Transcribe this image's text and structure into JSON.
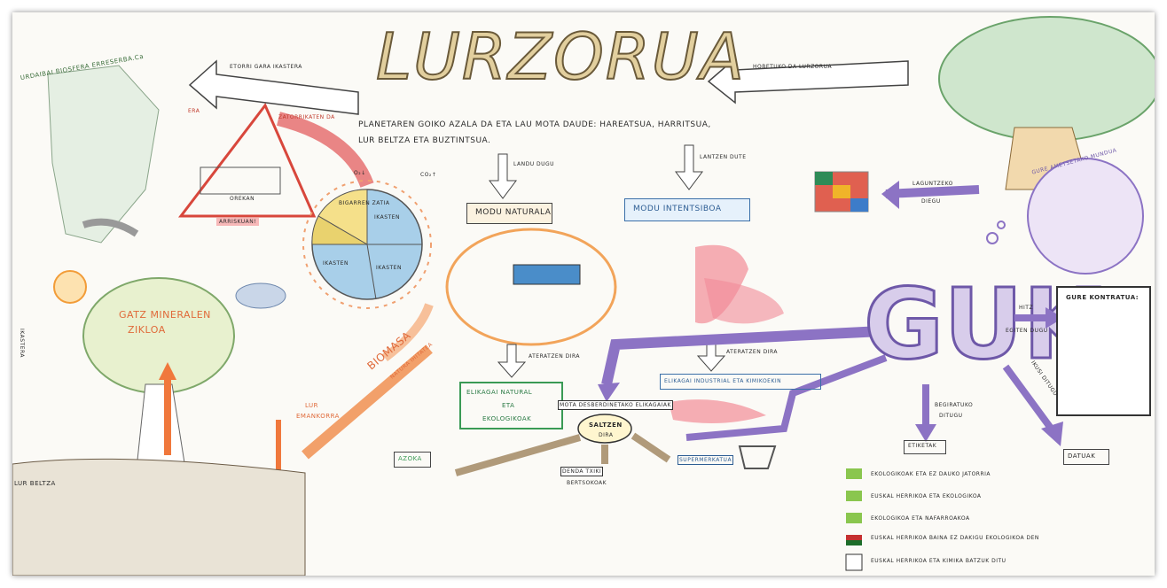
{
  "title": "LURZORUA",
  "subtitle_lines": [
    "PLANETAREN GOIKO AZALA DA ETA LAU MOTA DAUDE: HAREATSUA, HARRITSUA,",
    "LUR BELTZA ETA BUZTINTSUA."
  ],
  "top_left": {
    "biosphere": "URDAIBAI BIOSFERA ERRESERBA.Ca",
    "arrow_label": "ETORRI GARA IKASTERA",
    "triangle_left": "ERA",
    "triangle_right": "ZATORRIKATEN DA",
    "balance_label": "OREKAN",
    "balance_note": "ARRISKUAN!"
  },
  "pie": {
    "slices": [
      "IKASTEN",
      "IKASTEN",
      "IKASTEN",
      "BIGARREN ZATIA"
    ],
    "co2_left": "O₂↓",
    "co2_right": "CO₂↑"
  },
  "tree": {
    "title_line1": "GATZ MINERALEN",
    "title_line2": "ZIKLOA",
    "lur_label_1": "LUR",
    "lur_label_2": "EMANKORRA",
    "biomasa_1": "BIOMASA",
    "biomasa_2": "NATURA IHITATEA"
  },
  "natural": {
    "label_1": "LANDU DUGU",
    "box": "MODU NATURALA",
    "arrow": "ATERATZEN DIRA",
    "product_line1": "ELIKAGAI NATURAL",
    "product_line2": "ETA",
    "product_line3": "EKOLOGIKOAK"
  },
  "intensive": {
    "label_1": "LANTZEN DUTE",
    "box": "MODU INTENTSIBOA",
    "arrow": "ATERATZEN DIRA",
    "product": "ELIKAGAI INDUSTRIAL ETA KIMIKOEKIN"
  },
  "top_right": {
    "arrow_label": "HOBETUKO DA LURZORUA",
    "circle": "GURE AMETSETAKO MUNDUA",
    "laguntzeko_1": "LAGUNTZEKO",
    "laguntzeko_2": "DIEGU"
  },
  "guk": {
    "text": "GUK",
    "hitz": "HITZ",
    "egiten": "EGITEN DUGU",
    "begiratuko": "BEGIRATUKO",
    "ditugu": "DITUGU",
    "ikusi": "IKUSI DITUGU"
  },
  "kontratu": {
    "title": "GURE KONTRATUA:"
  },
  "center": {
    "saltzen_1": "SALTZEN",
    "saltzen_2": "DIRA",
    "mota": "MOTA DESBERDINETAKO ELIKAGAIAK",
    "azoka": "AZOKA",
    "denda_1": "DENDA TXIKI",
    "denda_2": "BERTSOKOAK",
    "super": "SUPERMERKATUA"
  },
  "etiketak": {
    "title": "ETIKETAK",
    "items": [
      "EKOLOGIKOAK ETA EZ DAUKO JATORRIA",
      "EUSKAL HERRIKOA ETA EKOLOGIKOA",
      "EKOLOGIKOA ETA NAFARROAKOA",
      "EUSKAL HERRIKOA BAINA EZ DAKIGU EKOLOGIKOA DEN",
      "EUSKAL HERRIKOA ETA KIMIKA BATZUK DITU"
    ]
  },
  "datuak": {
    "title": "DATUAK"
  },
  "left_edge": {
    "lur_beltza": "LUR BELTZA",
    "ikastera": "IKASTERA"
  }
}
